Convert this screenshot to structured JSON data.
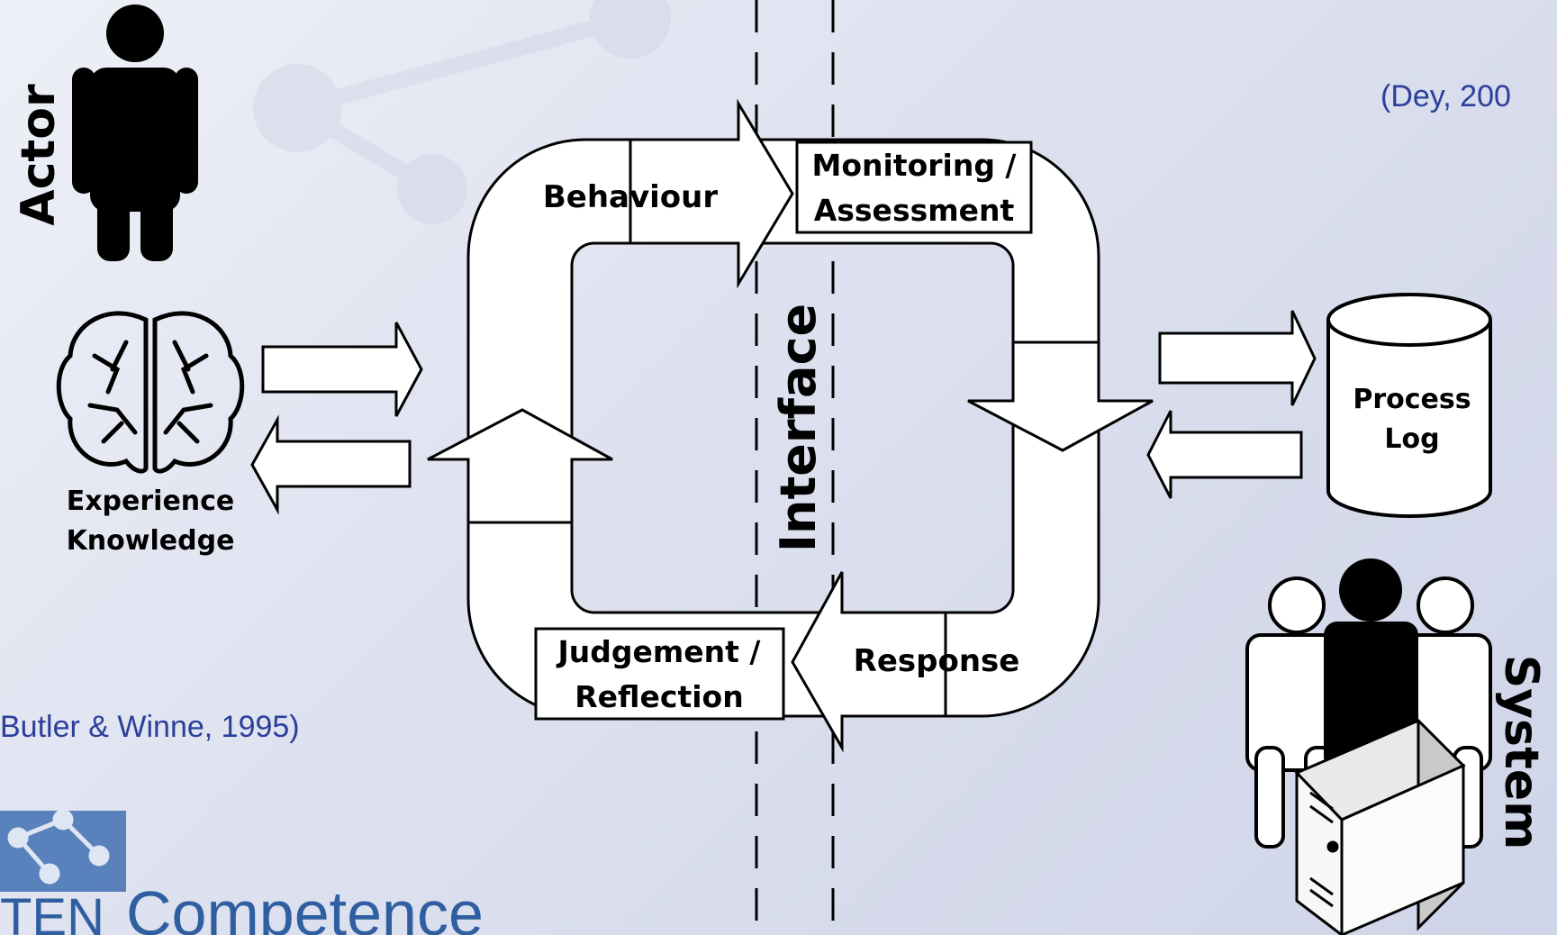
{
  "labels": {
    "actor": "Actor",
    "system": "System",
    "interface": "Interface",
    "behaviour": "Behaviour",
    "monitoring": [
      "Monitoring /",
      "Assessment"
    ],
    "response": "Response",
    "judgement": [
      "Judgement /",
      "Reflection"
    ],
    "experience": [
      "Experience",
      "Knowledge"
    ],
    "process_log": [
      "Process",
      "Log"
    ]
  },
  "citations": {
    "left": "Butler & Winne, 1995)",
    "right": "(Dey, 200"
  },
  "logo": {
    "ten": "TEN",
    "competence": "Competence"
  },
  "colors": {
    "citation": "#2b3f9a",
    "logo": "#2f5fa0"
  }
}
